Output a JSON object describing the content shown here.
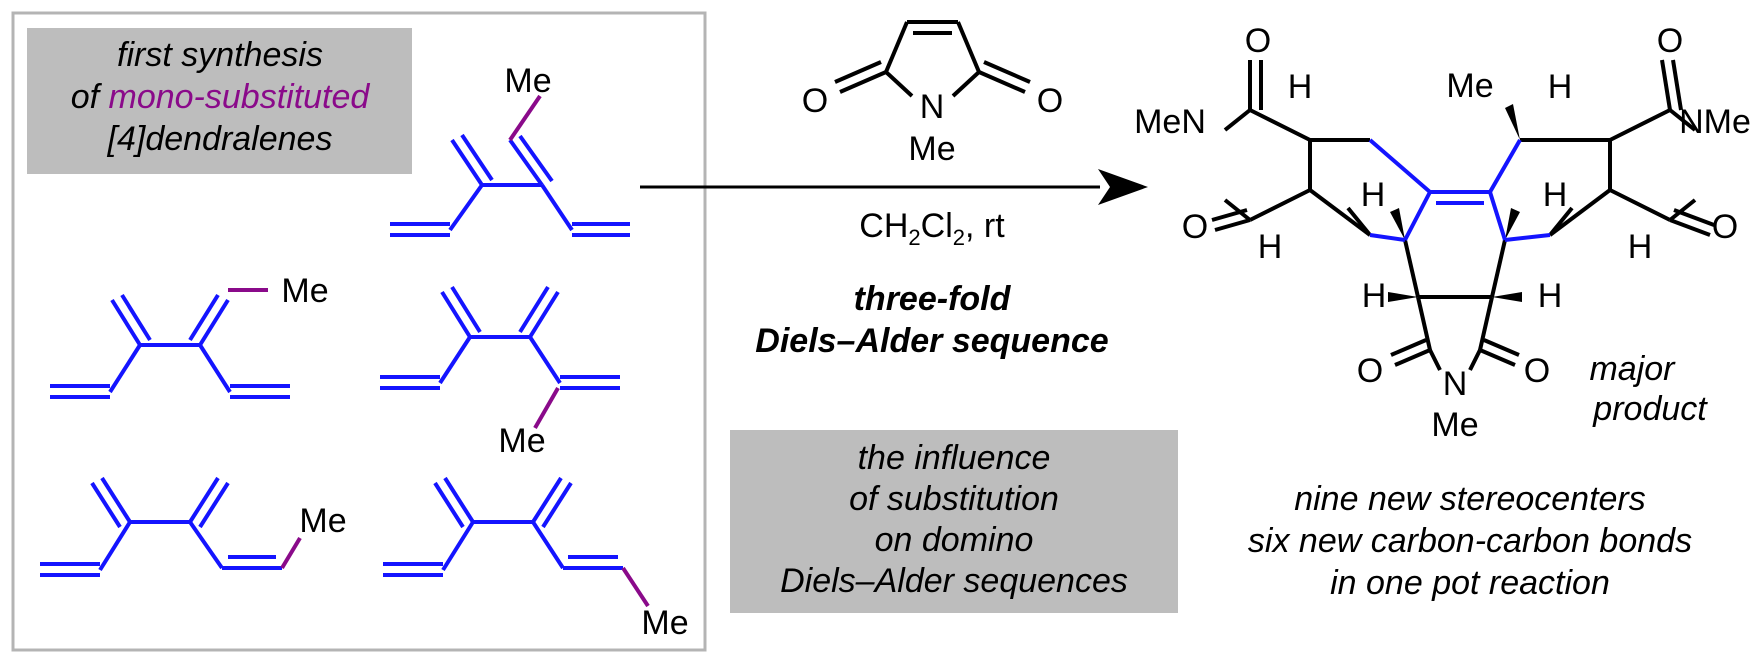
{
  "colors": {
    "diene": "#1414ff",
    "methyl": "#8a0a8a",
    "box_fill": "#bdbdbd",
    "frame": "#b4b4b4",
    "ink": "#000000"
  },
  "intro_box": {
    "line1": "first synthesis",
    "line2_prefix": "of ",
    "line2_highlight": "mono-substituted",
    "line3": "[4]dendralenes"
  },
  "substituent_label": "Me",
  "reagent": {
    "o_left": "O",
    "o_right": "O",
    "n": "N",
    "n_me": "Me",
    "conditions_main": "CH",
    "conditions_sub1": "2",
    "conditions_cl": "Cl",
    "conditions_sub2": "2",
    "conditions_rest": ", rt",
    "title_line1": "three-fold",
    "title_line2": "Diels–Alder sequence"
  },
  "influence_box": [
    "the influence",
    "of substitution",
    "on domino",
    "Diels–Alder sequences"
  ],
  "product": {
    "me_n_left": "MeN",
    "n_me_right": "NMe",
    "o": "O",
    "h": "H",
    "me": "Me",
    "n": "N",
    "major_line1": "major",
    "major_line2": "product"
  },
  "outcomes": [
    "nine new stereocenters",
    "six new carbon-carbon bonds",
    "in one pot reaction"
  ]
}
